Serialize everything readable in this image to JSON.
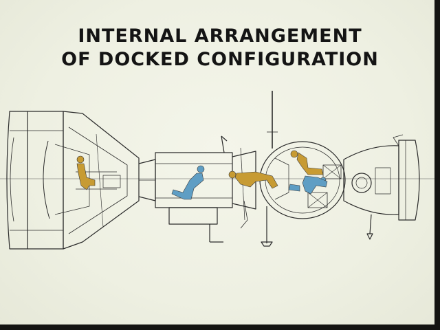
{
  "title": {
    "line1": "INTERNAL ARRANGEMENT",
    "line2": "OF DOCKED CONFIGURATION"
  },
  "colors": {
    "background": "#eef0e2",
    "ink": "#2a2a2a",
    "crew_gold": "#c79b33",
    "crew_blue": "#5f9ec4"
  },
  "crew": [
    {
      "id": "apollo-command-module",
      "color": "gold"
    },
    {
      "id": "docking-module",
      "color": "blue"
    },
    {
      "id": "transfer-tunnel",
      "color": "gold"
    },
    {
      "id": "soyuz-orbital-module-upper",
      "color": "gold"
    },
    {
      "id": "soyuz-orbital-module-lower",
      "color": "blue"
    }
  ]
}
